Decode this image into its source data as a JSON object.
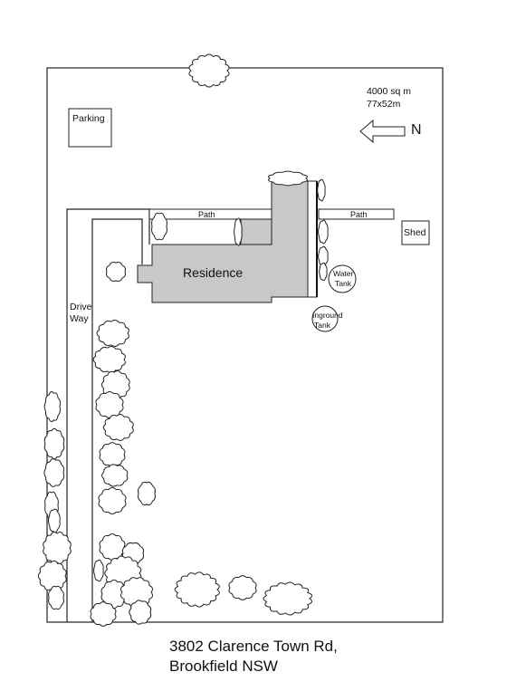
{
  "site": {
    "area": "4000 sq m",
    "dimensions": "77x52m",
    "north_label": "N"
  },
  "labels": {
    "parking": "Parking",
    "shed": "Shed",
    "residence": "Residence",
    "path_left": "Path",
    "path_right": "Path",
    "driveway_line1": "Drive",
    "driveway_line2": "Way",
    "water_tank_line1": "Water",
    "water_tank_line2": "Tank",
    "inground_tank_line1": "Inground",
    "inground_tank_line2": "Tank"
  },
  "address": {
    "line1": "3802 Clarence Town Rd,",
    "line2": "Brookfield NSW"
  },
  "colors": {
    "house": "#c8c8c8",
    "outline": "#222222",
    "background": "#ffffff"
  }
}
